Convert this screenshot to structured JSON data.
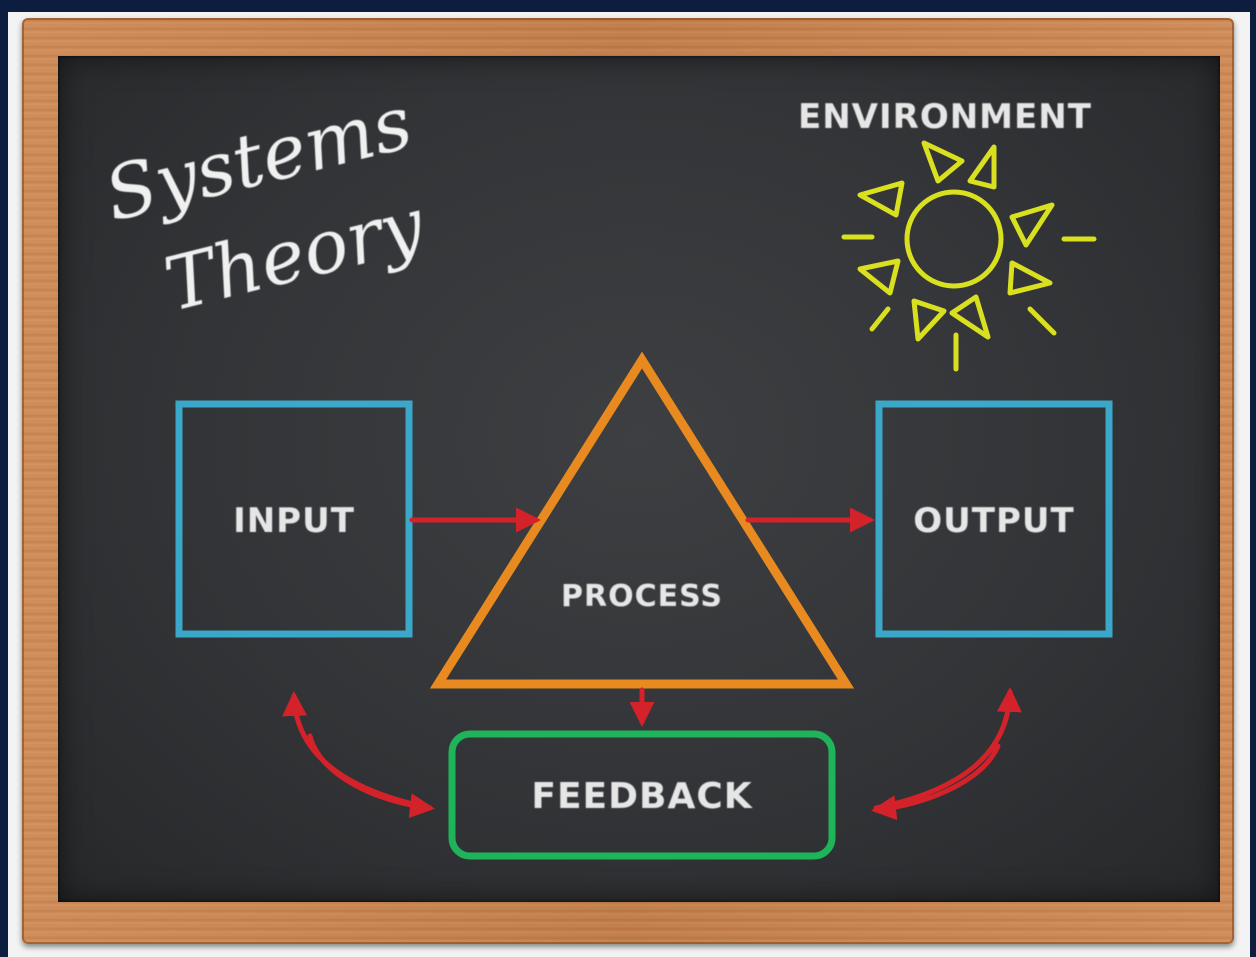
{
  "title": {
    "line1": "Systems",
    "line2": "Theory"
  },
  "environment": {
    "label": "ENVIRONMENT",
    "icon": "sun-icon",
    "color": "#d9e01f"
  },
  "nodes": {
    "input": {
      "label": "INPUT",
      "color": "#3ba7c9"
    },
    "process": {
      "label": "PROCESS",
      "color": "#e88a1f"
    },
    "output": {
      "label": "OUTPUT",
      "color": "#3ba7c9"
    },
    "feedback": {
      "label": "FEEDBACK",
      "color": "#1fb35a"
    }
  },
  "arrow_color": "#d4222a",
  "edges": [
    {
      "from": "input",
      "to": "process"
    },
    {
      "from": "process",
      "to": "output"
    },
    {
      "from": "process",
      "to": "feedback"
    },
    {
      "from": "feedback",
      "to": "input"
    },
    {
      "from": "feedback",
      "to": "output"
    }
  ]
}
